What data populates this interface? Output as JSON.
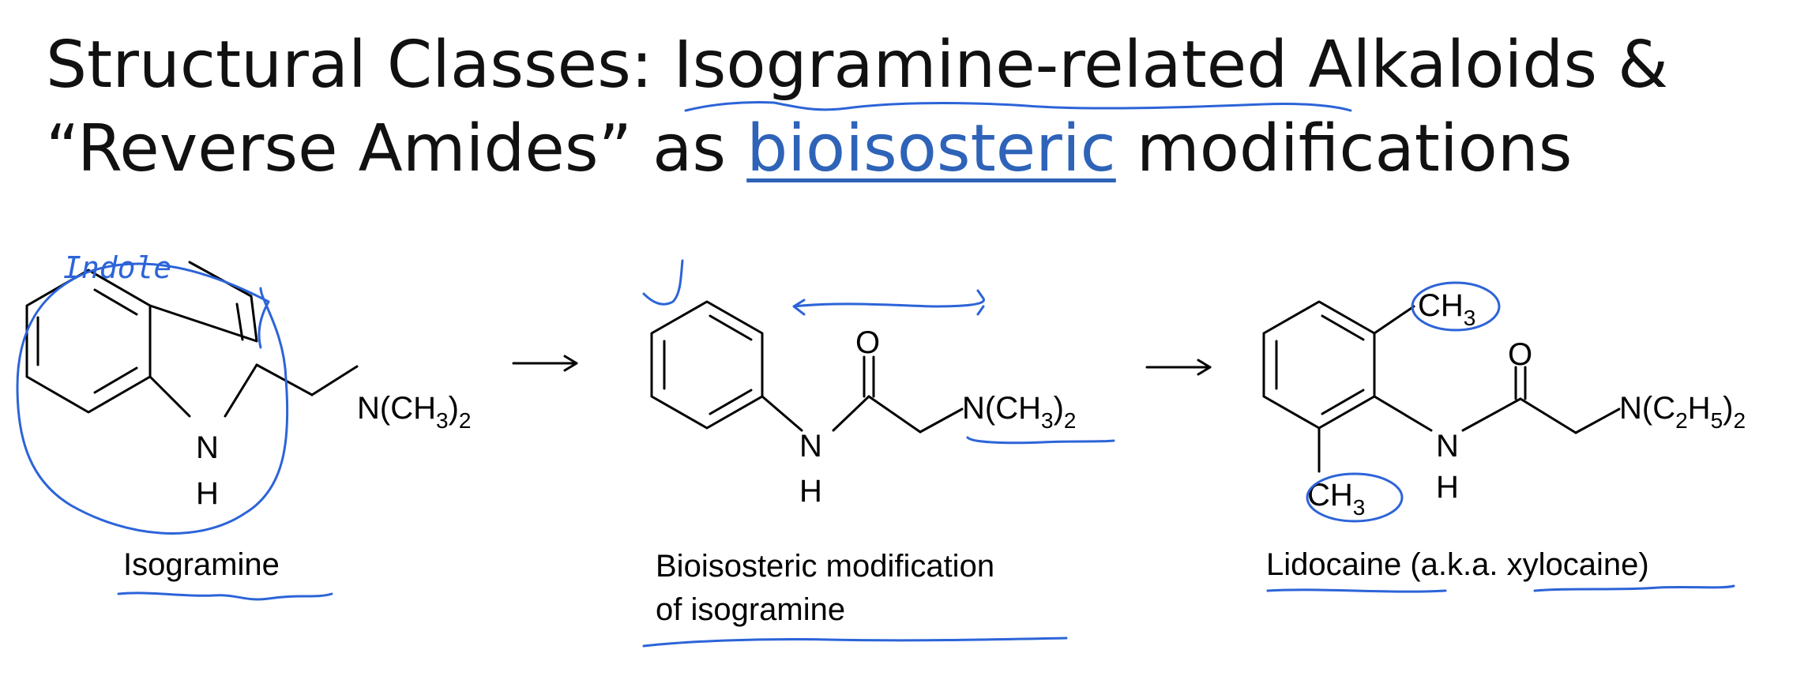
{
  "slide": {
    "title": {
      "line1_pre": "Structural Classes: ",
      "line1_highlight": "Isogramine-related",
      "line1_post": " Alkaloids &",
      "line2_pre": "“Reverse Amides” as ",
      "line2_link": "bioisosteric",
      "line2_post": " modifications"
    },
    "colors": {
      "text": "#111111",
      "link": "#2e63b8",
      "ink": "#2c64d8"
    },
    "isogramine": {
      "ring_n": "N",
      "ring_h": "H",
      "substituent": "N(CH",
      "sub_index": "3",
      "sub_close": ")",
      "sub_count": "2",
      "caption": "Isogramine",
      "annotation": "Indole"
    },
    "bioisostere": {
      "carbonyl_o": "O",
      "amide_n": "N",
      "amide_h": "H",
      "amine": "N(CH",
      "amine_index": "3",
      "amine_close": ")",
      "amine_count": "2",
      "caption_line1": "Bioisosteric modification",
      "caption_line2": "of isogramine"
    },
    "lidocaine": {
      "methyl_top": "CH",
      "methyl_top_index": "3",
      "methyl_bottom": "CH",
      "methyl_bottom_index": "3",
      "carbonyl_o": "O",
      "amide_n": "N",
      "amide_h": "H",
      "amine": "N(C",
      "amine_i1": "2",
      "amine_mid": "H",
      "amine_i2": "5",
      "amine_close": ")",
      "amine_count": "2",
      "caption": "Lidocaine (a.k.a. xylocaine)"
    },
    "annotations": {
      "check_mark": "check-mark",
      "double_arrow": "double-headed-arrow"
    }
  }
}
